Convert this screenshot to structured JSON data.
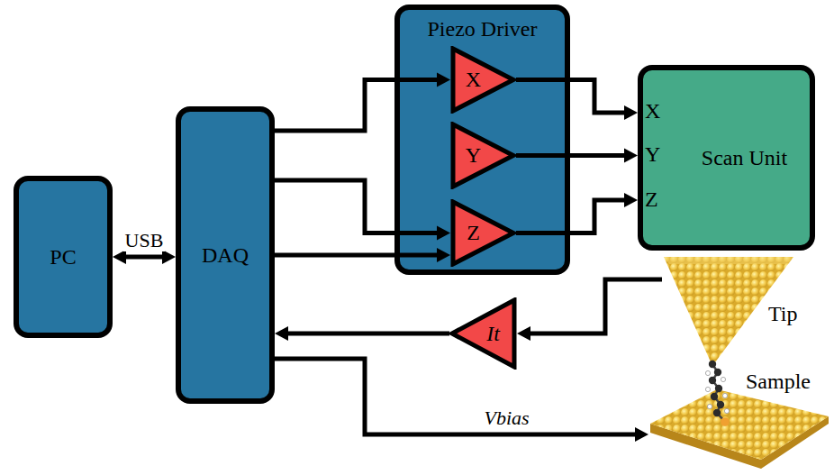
{
  "diagram": {
    "nodes": [
      {
        "text": [
          "PC"
        ]
      },
      {
        "text": [
          "DAQ"
        ]
      },
      {
        "text": [
          "Piezo Driver"
        ]
      },
      {
        "text": [
          "X"
        ],
        "in": 2
      },
      {
        "text": [
          "Y"
        ],
        "in": 2
      },
      {
        "text": [
          "Z"
        ],
        "in": 2
      },
      {
        "text": [
          "Scan Unit"
        ]
      },
      {
        "text": [
          "It"
        ]
      },
      {
        "text": [
          "Tip"
        ]
      },
      {
        "text": [
          "Sample"
        ]
      }
    ],
    "edges": [
      {
        "from": 0,
        "to": 1,
        "arrow": "both",
        "label": "USB"
      },
      {
        "from": 1,
        "to": 3,
        "arrow": "to"
      },
      {
        "from": 1,
        "to": 4,
        "arrow": "to"
      },
      {
        "from": 1,
        "to": 5,
        "arrow": "to"
      },
      {
        "from": 3,
        "to": 6,
        "arrow": "to"
      },
      {
        "from": 4,
        "to": 6,
        "arrow": "to"
      },
      {
        "from": 5,
        "to": 6,
        "arrow": "to"
      },
      {
        "from": 8,
        "to": 7,
        "arrow": "to"
      },
      {
        "from": 7,
        "to": 1,
        "arrow": "to"
      },
      {
        "from": 1,
        "to": 9,
        "arrow": "to",
        "label": "Vbias"
      }
    ],
    "labels": [
      "X",
      "Y",
      "Z"
    ]
  }
}
